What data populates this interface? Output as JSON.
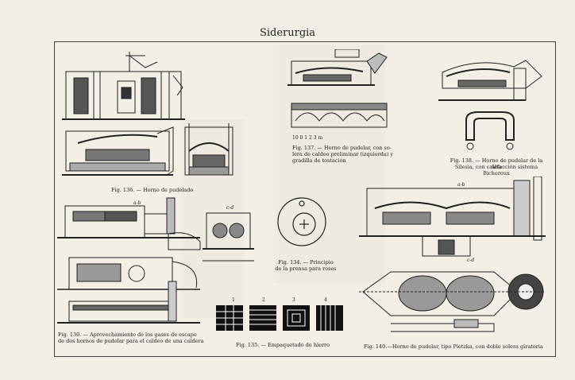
{
  "page_title": "Siderurgia",
  "captions": {
    "fig136": "Fig. 136. — Horno de pudelado",
    "fig137_l1": "Fig. 137. — Horno de pudelar, con so-",
    "fig137_l2": "lera de caldeo preliminar (izquierda) y",
    "fig137_l3": "gradilla de tostación",
    "fig138_l1": "Fig. 138. — Horno de pudelar de la Alta",
    "fig138_l2": "Silesia, con calefacción sistema Bicheroux",
    "fig139_l1": "Fig. 139. — Aprovechamiento de los gases de escape",
    "fig139_l2": "de dos hornos de pudelar para el caldeo de una caldera",
    "fig134_l1": "Fig. 134. — Principio",
    "fig134_l2": "de la prensa para roses",
    "fig135": "Fig. 135. — Empaquetado de hierro",
    "fig140": "Fig. 140.—Horno de pudelar, tipo Pietzka, con doble solera giratoria"
  },
  "labels": {
    "ab1": "a-b",
    "ab2": "a-b",
    "cd1": "c-d",
    "cd2": "c-d",
    "scale137": "10  0  1  2  3 m",
    "pkg1": "1",
    "pkg2": "2",
    "pkg3": "3",
    "pkg4": "4"
  }
}
